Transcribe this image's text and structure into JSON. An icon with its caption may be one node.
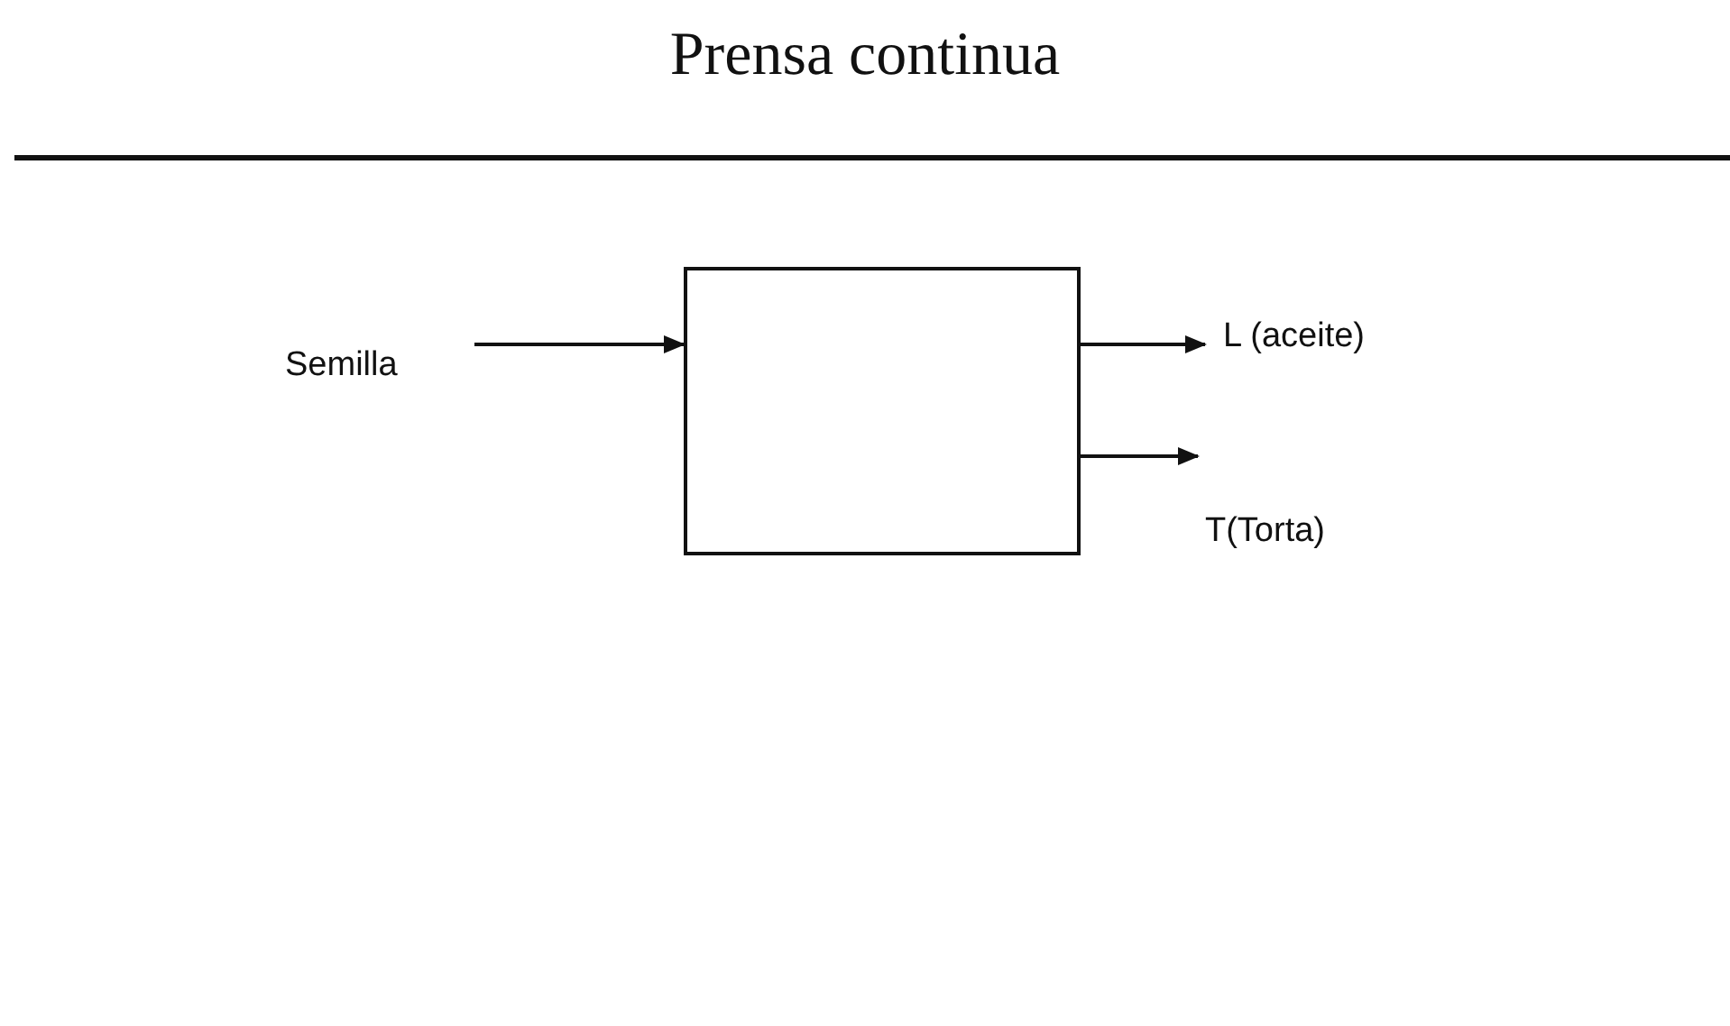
{
  "diagram": {
    "title": "Prensa continua",
    "nodes": [
      {
        "text": [
          "Semilla"
        ]
      },
      {
        "text": [],
        "shape": "box"
      },
      {
        "text": [
          "L (aceite)"
        ]
      },
      {
        "text": [
          "T(Torta)"
        ]
      }
    ],
    "edges": [
      {
        "from": 0,
        "to": 1,
        "arrow": "to"
      },
      {
        "from": 1,
        "to": 2,
        "arrow": "to"
      },
      {
        "from": 1,
        "to": 3,
        "arrow": "to"
      }
    ]
  }
}
